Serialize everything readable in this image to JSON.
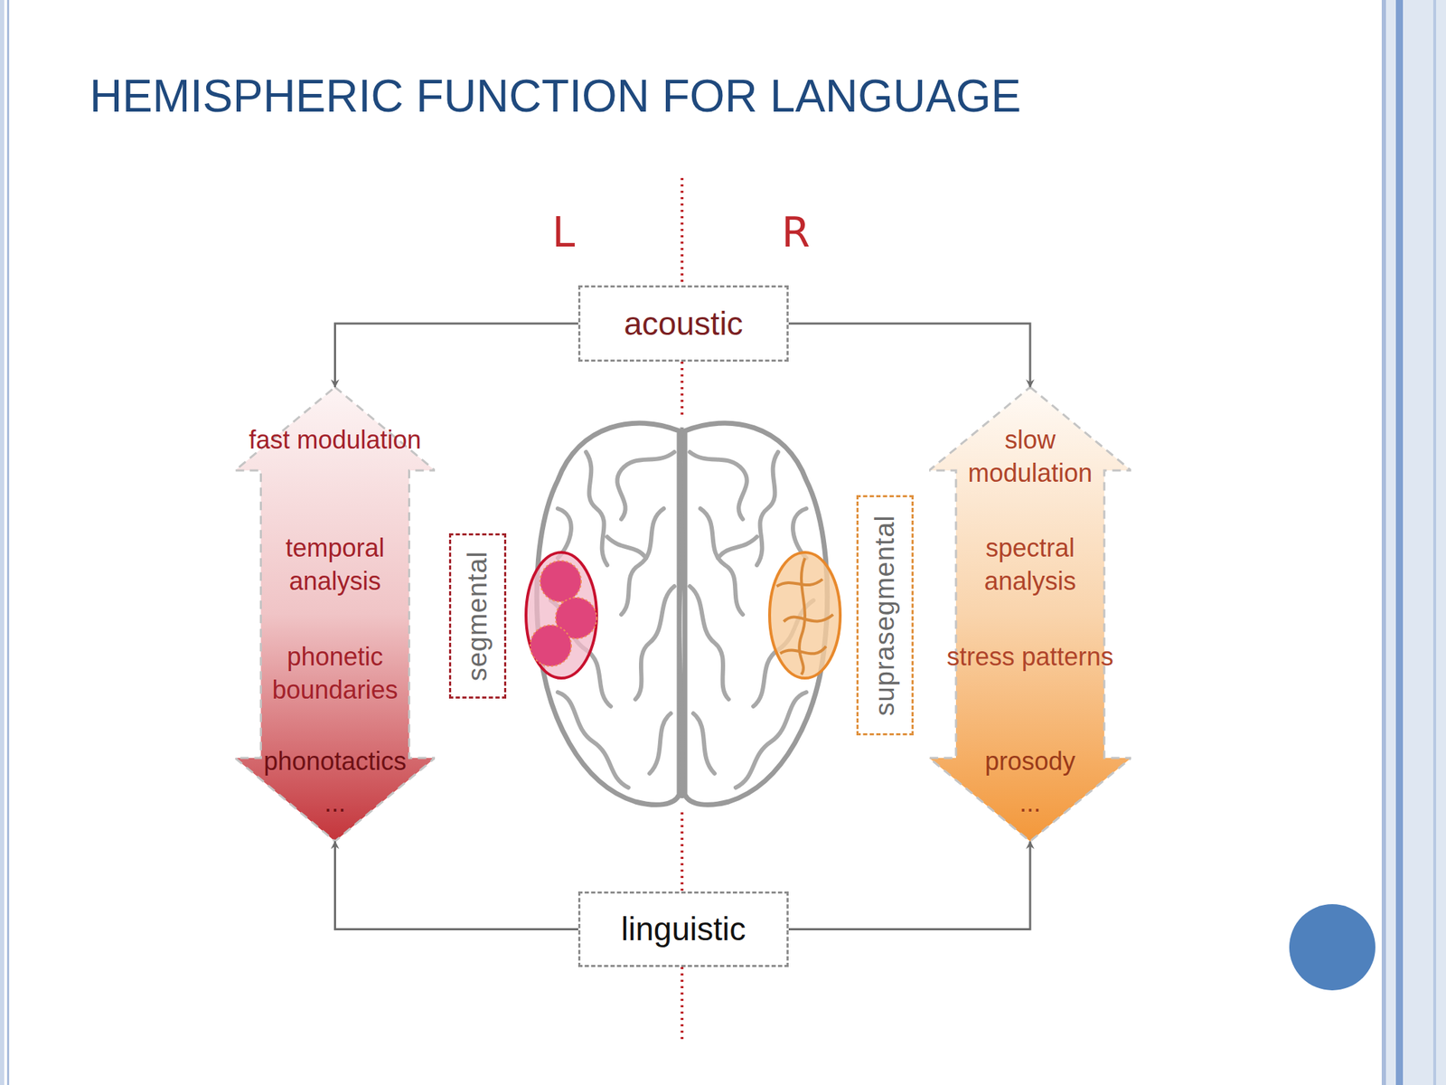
{
  "diagram": {
    "title": "HEMISPHERIC FUNCTION FOR LANGUAGE",
    "nodes": [
      {
        "text": [
          "acoustic"
        ]
      },
      {
        "text": [
          "fast modulation",
          "temporal analysis",
          "phonetic boundaries",
          "phonotactics",
          "..."
        ]
      },
      {
        "text": [
          "segmental"
        ]
      },
      {
        "text": [
          "suprasegmental"
        ]
      },
      {
        "text": [
          "slow modulation",
          "spectral analysis",
          "stress patterns",
          "prosody",
          "..."
        ]
      },
      {
        "text": [
          "linguistic"
        ]
      }
    ],
    "edges": [
      {
        "from": 0,
        "to": 1,
        "arrow": "to"
      },
      {
        "from": 0,
        "to": 4,
        "arrow": "to"
      },
      {
        "from": 5,
        "to": 1,
        "arrow": "to"
      },
      {
        "from": 5,
        "to": 4,
        "arrow": "to"
      }
    ],
    "labels": [
      "L",
      "R"
    ]
  }
}
